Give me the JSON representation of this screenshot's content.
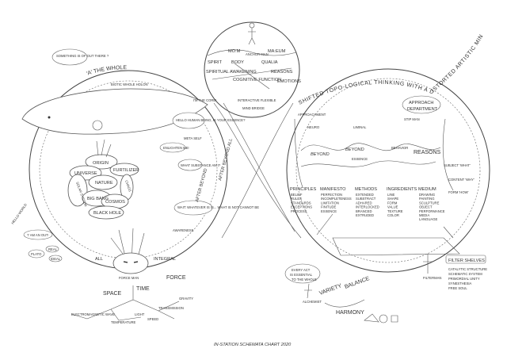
{
  "caption": "IN-STATION SCHEMATA CHART 2020",
  "left_title": "'A' THE WHOLE",
  "right_title": "SHIFTED TOPO-LOGICAL THINKING WITH A DISTORTED ARTISTIC MIND",
  "top_circle": {
    "sections": [
      "MO:M",
      "MA:EUM"
    ],
    "anchor_label": "ANCHOR MAN",
    "words": [
      "SPIRIT",
      "BODY",
      "QUALIA",
      "SPIRITUAL AWAKENING",
      "REASONS",
      "COGNITIVE FUNCTION",
      "EMOTIONS"
    ],
    "center_lines": [
      "INTERACTIVE FLEXIBLE",
      "MIND BRIDGE"
    ]
  },
  "left": {
    "bubbles": [
      "SOMETHING IS OF OUT THERE ?",
      "HELLO HUMAN BEING, IS YOUR ESSENCE?",
      "ENLIGHTEN ME!",
      "WHAT SUBSTANCE AM I?",
      "WAIT: WHATEVER IS IS... WHAT IS NOT CANNOT BE",
      "'I' AM AN OUT-",
      "PLATO",
      "REAL",
      "IDEAL"
    ],
    "labels": [
      "BIOTIC WHOLE HOLON",
      "I'M THE CORE!",
      "META SELF",
      "AWARENESS",
      "HELLO WORLD"
    ],
    "vertical": [
      "AFTER BEYOND ALL",
      "AFTER BEYOND"
    ],
    "cluster": [
      "ORIGIN",
      "UNIVERSE",
      "FURTILIZER",
      "NATURE",
      "SOLAR SYSTEM",
      "CHAOS",
      "BIG BANG",
      "COSMOS",
      "BLACK HOLE"
    ],
    "bottom": [
      "ALL",
      "INTEGRAL",
      "FORCE MAN",
      "FORCE",
      "TIME",
      "SPACE",
      "GRAVITY",
      "TRANSMISSION",
      "ELECTROMAGNETIC WAVE",
      "TEMPERATURE",
      "LIGHT",
      "SPEED"
    ]
  },
  "right": {
    "approach": "APPROACH DEPARTMENT",
    "flow_labels": [
      "APPROACHMENT",
      "NEURO",
      "LIMINAL",
      "STIP MAN",
      "BEYOND",
      "BEYOND",
      "ESSENCE",
      "BEHAVIOR",
      "REASONS",
      "SUBJECT 'WHAT'",
      "CONTENT 'WHY'",
      "FORM 'HOW'"
    ],
    "columns": [
      {
        "title": "PRINCIPLES",
        "items": [
          "BELIEF",
          "RULES",
          "STANDARDS",
          "EXCEPTIONS",
          "PROCESS"
        ]
      },
      {
        "title": "MANIFESTO",
        "items": [
          "PERFECTION",
          "INCOMPLETENESS",
          "LIMITATION",
          "FINITUDE",
          "ESSENCE"
        ]
      },
      {
        "title": "METHODS",
        "items": [
          "EXTENDED",
          "SUBSTRACT",
          "ADHARED",
          "INTERLOCKED",
          "BRANCED",
          "EXTRUDED"
        ]
      },
      {
        "title": "INGREDIENTS",
        "items": [
          "LINE",
          "SHAPE",
          "FORM",
          "VALUE",
          "TEXTURE",
          "COLOR"
        ]
      },
      {
        "title": "MEDIUM",
        "items": [
          "DRAWING",
          "PAINTING",
          "SCULPTURE",
          "OBJECT",
          "PERFORMANCE",
          "MEDIA",
          "LANGUAGE"
        ]
      }
    ],
    "filter": {
      "title": "FILTER SHELVES",
      "items": [
        "CATALYTIC STRUCTURE",
        "SCHEMATIC SYSTEM",
        "PRIMORDIAL UNITY",
        "SYNESTHESIA",
        "FREE SOUL"
      ]
    },
    "bottom": [
      "EVERY ACT IS ESSENTIAL TO THE WHOLE",
      "VARIETY",
      "BALANCE",
      "HARMONY",
      "ALCHEMIST",
      "FILTERMAN"
    ]
  }
}
